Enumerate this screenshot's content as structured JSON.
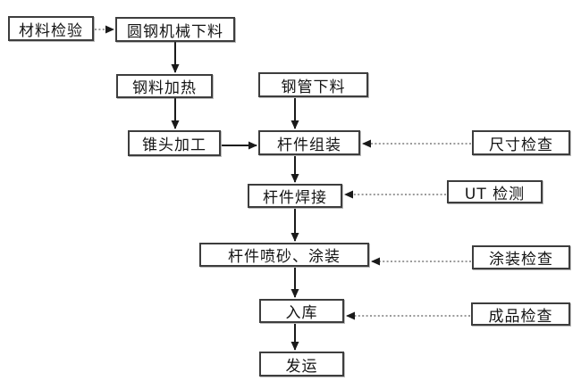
{
  "diagram": {
    "type": "flowchart",
    "nodes": [
      {
        "id": "material-inspection",
        "label": "材料检验"
      },
      {
        "id": "round-steel-cutting",
        "label": "圆钢机械下料"
      },
      {
        "id": "steel-heating",
        "label": "钢料加热"
      },
      {
        "id": "steel-pipe-cutting",
        "label": "钢管下料"
      },
      {
        "id": "cone-head-processing",
        "label": "锥头加工"
      },
      {
        "id": "member-assembly",
        "label": "杆件组装"
      },
      {
        "id": "dimension-check",
        "label": "尺寸检查"
      },
      {
        "id": "member-welding",
        "label": "杆件焊接"
      },
      {
        "id": "ut-testing",
        "label": "UT 检测"
      },
      {
        "id": "blasting-painting",
        "label": "杆件喷砂、涂装"
      },
      {
        "id": "painting-check",
        "label": "涂装检查"
      },
      {
        "id": "warehousing",
        "label": "入库"
      },
      {
        "id": "finished-product-check",
        "label": "成品检查"
      },
      {
        "id": "shipping",
        "label": "发运"
      }
    ],
    "edges": [
      {
        "from": "材料检验",
        "to": "圆钢机械下料",
        "style": "dotted"
      },
      {
        "from": "圆钢机械下料",
        "to": "钢料加热",
        "style": "solid"
      },
      {
        "from": "钢料加热",
        "to": "锥头加工",
        "style": "solid"
      },
      {
        "from": "锥头加工",
        "to": "杆件组装",
        "style": "solid"
      },
      {
        "from": "钢管下料",
        "to": "杆件组装",
        "style": "solid"
      },
      {
        "from": "尺寸检查",
        "to": "杆件组装",
        "style": "dotted"
      },
      {
        "from": "杆件组装",
        "to": "杆件焊接",
        "style": "solid"
      },
      {
        "from": "UT 检测",
        "to": "杆件焊接",
        "style": "dotted"
      },
      {
        "from": "杆件焊接",
        "to": "杆件喷砂、涂装",
        "style": "solid"
      },
      {
        "from": "涂装检查",
        "to": "杆件喷砂、涂装",
        "style": "dotted"
      },
      {
        "from": "杆件喷砂、涂装",
        "to": "入库",
        "style": "solid"
      },
      {
        "from": "成品检查",
        "to": "入库",
        "style": "dotted"
      },
      {
        "from": "入库",
        "to": "发运",
        "style": "solid"
      }
    ],
    "colors": {
      "background": "#ffffff",
      "box_fill": "#ffffff",
      "box_border": "#3d3d3d",
      "text": "#141414",
      "solid_arrow": "#1a1a1a",
      "dotted_arrow": "#7a7a7a"
    }
  }
}
